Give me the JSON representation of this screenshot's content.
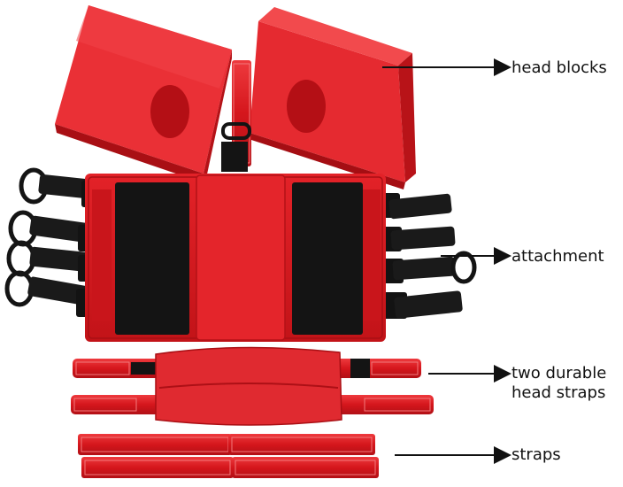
{
  "diagram": {
    "colors": {
      "red": "#d8171d",
      "red_dark": "#a80f14",
      "red_light": "#ea3a3d",
      "velcro": "#141414",
      "arrow": "#111111"
    },
    "labels": {
      "head_blocks": "head blocks",
      "attachment": "attachment",
      "head_straps_line1": "two durable",
      "head_straps_line2": "head straps",
      "straps": "straps"
    },
    "parts": [
      "head-block-left",
      "head-block-right",
      "base-board",
      "head-straps",
      "straps"
    ]
  }
}
